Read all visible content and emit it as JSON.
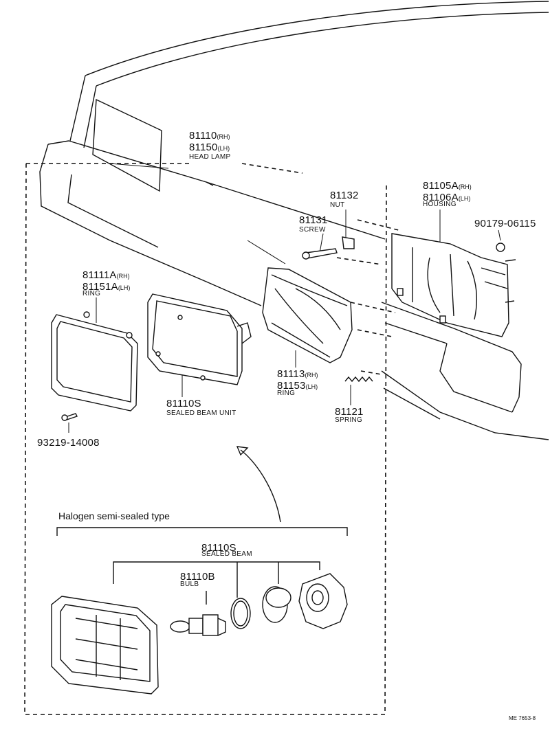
{
  "parts": [
    {
      "num": "81110",
      "sfx": "(RH)"
    },
    {
      "num": "81150",
      "sfx": "(LH)",
      "caption": "HEAD LAMP"
    },
    {
      "num": "81132",
      "caption": "NUT"
    },
    {
      "num": "81105A",
      "sfx": "(RH)"
    },
    {
      "num": "81106A",
      "sfx": "(LH)",
      "caption": "HOUSING"
    },
    {
      "num": "90179-06115"
    },
    {
      "num": "81131",
      "caption": "SCREW"
    },
    {
      "num": "81111A",
      "sfx": "(RH)"
    },
    {
      "num": "81151A",
      "sfx": "(LH)",
      "caption": "RING"
    },
    {
      "num": "81113",
      "sfx": "(RH)"
    },
    {
      "num": "81153",
      "sfx": "(LH)",
      "caption": "RING"
    },
    {
      "num": "81110S",
      "caption": "SEALED BEAM UNIT"
    },
    {
      "num": "81121",
      "caption": "SPRING"
    },
    {
      "num": "93219-14008"
    },
    {
      "num": "81110S",
      "caption": "SEALED BEAM"
    },
    {
      "num": "81110B",
      "caption": "BULB"
    }
  ],
  "section_title": "Halogen semi-sealed type",
  "ref_code": "ME 7653-8"
}
